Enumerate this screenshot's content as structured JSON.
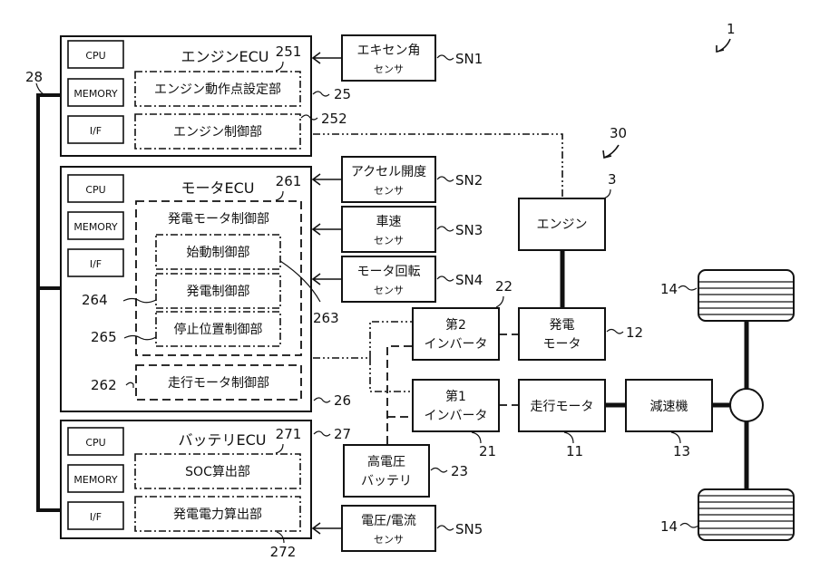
{
  "figure": {
    "system_ref": "1",
    "powertrain_ref": "30",
    "bus_ref": "28"
  },
  "engine_ecu": {
    "title": "エンジンECU",
    "ref": "25",
    "hw": [
      "CPU",
      "MEMORY",
      "I/F"
    ],
    "units": [
      {
        "label": "エンジン動作点設定部",
        "ref": "251"
      },
      {
        "label": "エンジン制御部",
        "ref": "252"
      }
    ]
  },
  "motor_ecu": {
    "title": "モータECU",
    "ref": "26",
    "hw": [
      "CPU",
      "MEMORY",
      "I/F"
    ],
    "gen_motor_ctrl": {
      "label": "発電モータ制御部",
      "ref": "261"
    },
    "sub_units": [
      {
        "label": "始動制御部",
        "ref": "263"
      },
      {
        "label": "発電制御部",
        "ref": "264"
      },
      {
        "label": "停止位置制御部",
        "ref": "265"
      }
    ],
    "drive_motor_ctrl": {
      "label": "走行モータ制御部",
      "ref": "262"
    }
  },
  "battery_ecu": {
    "title": "バッテリECU",
    "ref": "27",
    "hw": [
      "CPU",
      "MEMORY",
      "I/F"
    ],
    "units": [
      {
        "label": "SOC算出部",
        "ref": "271"
      },
      {
        "label": "発電電力算出部",
        "ref": "272"
      }
    ]
  },
  "sensors": [
    {
      "line1": "エキセン角",
      "line2": "センサ",
      "ref": "SN1"
    },
    {
      "line1": "アクセル開度",
      "line2": "センサ",
      "ref": "SN2"
    },
    {
      "line1": "車速",
      "line2": "センサ",
      "ref": "SN3"
    },
    {
      "line1": "モータ回転",
      "line2": "センサ",
      "ref": "SN4"
    },
    {
      "line1": "電圧/電流",
      "line2": "センサ",
      "ref": "SN5"
    }
  ],
  "components": {
    "engine": {
      "label": "エンジン",
      "ref": "3"
    },
    "generator": {
      "line1": "発電",
      "line2": "モータ",
      "ref": "12"
    },
    "inverter2": {
      "line1": "第2",
      "line2": "インバータ",
      "ref": "22"
    },
    "inverter1": {
      "line1": "第1",
      "line2": "インバータ",
      "ref": "21"
    },
    "drive_motor": {
      "label": "走行モータ",
      "ref": "11"
    },
    "reducer": {
      "label": "減速機",
      "ref": "13"
    },
    "hv_battery": {
      "line1": "高電圧",
      "line2": "バッテリ",
      "ref": "23"
    },
    "wheel_ref": "14"
  }
}
